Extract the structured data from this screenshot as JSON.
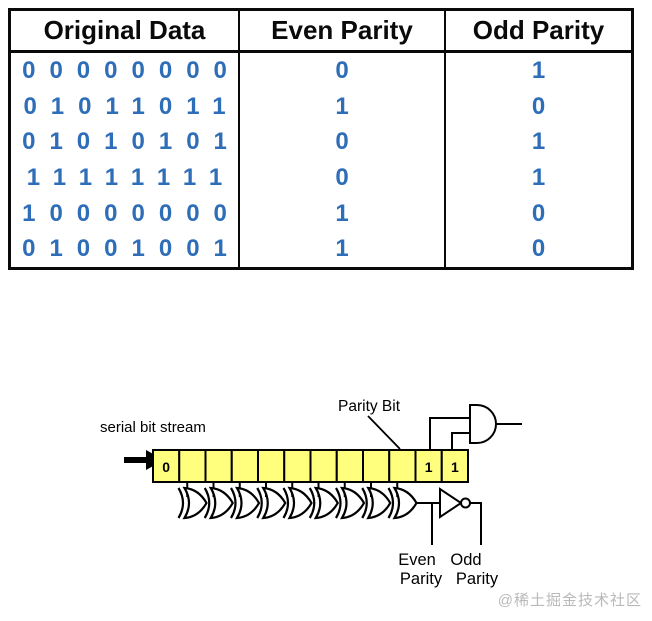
{
  "table": {
    "headers": [
      "Original Data",
      "Even Parity",
      "Odd Parity"
    ],
    "rows": [
      [
        "00000000",
        "0",
        "1"
      ],
      [
        "01011011",
        "1",
        "0"
      ],
      [
        "01010101",
        "0",
        "1"
      ],
      [
        "11111111",
        "0",
        "1"
      ],
      [
        "10000000",
        "1",
        "0"
      ],
      [
        "01001001",
        "1",
        "0"
      ]
    ],
    "digit_color": "#2e6db8",
    "header_color": "#0a0a0a"
  },
  "diagram": {
    "labels": {
      "serial_stream": "serial bit stream",
      "parity_bit": "Parity Bit",
      "even_line1": "Even",
      "even_line2": "Parity",
      "odd_line1": "Odd",
      "odd_line2": "Parity"
    },
    "register": {
      "cells": [
        "0",
        "",
        "",
        "",
        "",
        "",
        "",
        "",
        "",
        "",
        "1",
        "1"
      ],
      "fill": "#ffff7d"
    },
    "xor_gate_count": 9
  },
  "watermark": "@稀土掘金技术社区"
}
